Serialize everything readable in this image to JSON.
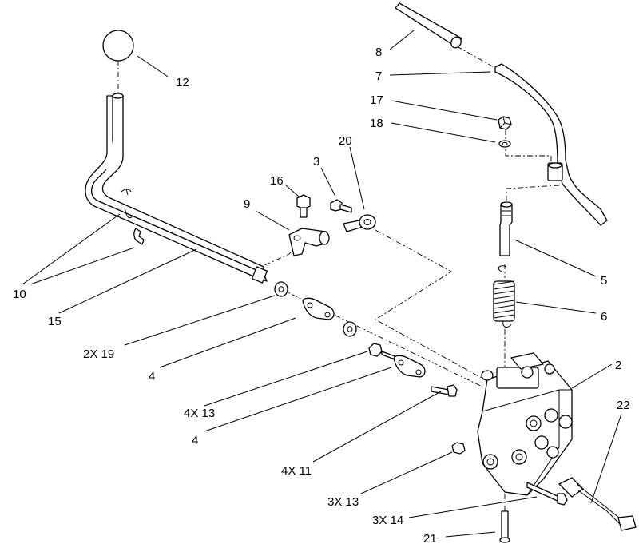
{
  "callouts": [
    {
      "id": "c12",
      "text": "12"
    },
    {
      "id": "c8",
      "text": "8"
    },
    {
      "id": "c7",
      "text": "7"
    },
    {
      "id": "c17",
      "text": "17"
    },
    {
      "id": "c18",
      "text": "18"
    },
    {
      "id": "c20",
      "text": "20"
    },
    {
      "id": "c3",
      "text": "3"
    },
    {
      "id": "c16",
      "text": "16"
    },
    {
      "id": "c9",
      "text": "9"
    },
    {
      "id": "c10",
      "text": "10"
    },
    {
      "id": "c15",
      "text": "15"
    },
    {
      "id": "c5",
      "text": "5"
    },
    {
      "id": "c6",
      "text": "6"
    },
    {
      "id": "c2x19",
      "text": "2X 19"
    },
    {
      "id": "c4a",
      "text": "4"
    },
    {
      "id": "c2",
      "text": "2"
    },
    {
      "id": "c4x13",
      "text": "4X 13"
    },
    {
      "id": "c22",
      "text": "22"
    },
    {
      "id": "c4b",
      "text": "4"
    },
    {
      "id": "c4x11",
      "text": "4X 11"
    },
    {
      "id": "c3x13",
      "text": "3X 13"
    },
    {
      "id": "c3x14",
      "text": "3X 14"
    },
    {
      "id": "c21",
      "text": "21"
    }
  ]
}
